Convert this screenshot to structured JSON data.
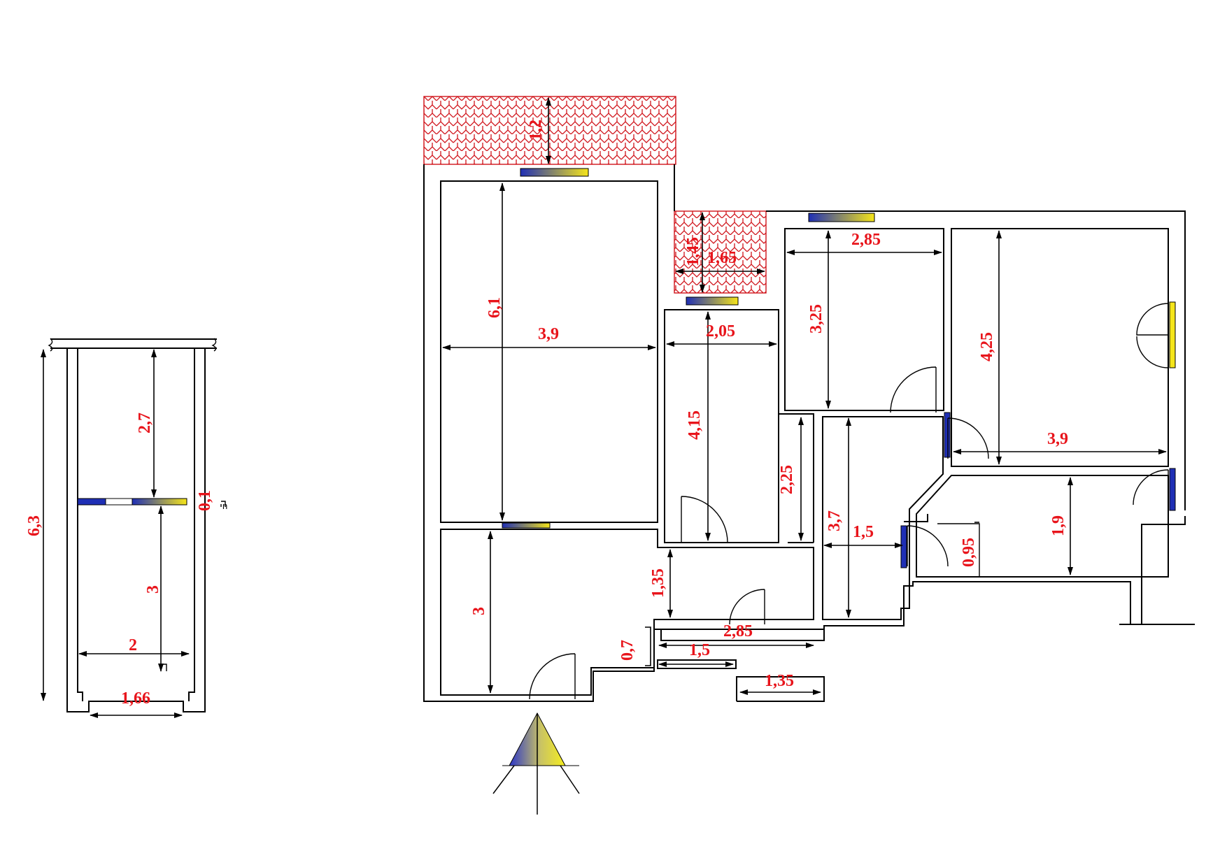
{
  "colors": {
    "dimension_text": "#e8141b",
    "wall": "#000000",
    "hatch": "#d0141b",
    "window_blue": "#1f2fb5",
    "window_yellow": "#f5e51a"
  },
  "dimensions": {
    "left_total_height": "6,3",
    "left_upper_height": "2,7",
    "left_wall_thickness": "0,1",
    "left_lower_height": "3",
    "left_width": "2",
    "left_opening": "1,66",
    "terrace_top_depth": "1,2",
    "living_height": "6,1",
    "living_width": "3,9",
    "balcony_depth": "1,45",
    "balcony_width": "1,65",
    "kitchen_width": "2,05",
    "kitchen_height": "4,15",
    "bedroom2_width": "2,85",
    "bedroom2_height": "3,25",
    "bedroom1_height": "4,25",
    "bedroom1_width": "3,9",
    "corridor_segment": "2,25",
    "hall_height": "3,7",
    "hall_width": "1,5",
    "bath_door": "0,95",
    "bath_height": "1,9",
    "entry_height": "3",
    "lobby_depth": "1,35",
    "lobby_width": "2,85",
    "step_height": "0,7",
    "step_width": "1,5",
    "niche_width": "1,35"
  },
  "marks": {
    "small_letter": "n"
  },
  "icons": {
    "north_arrow": "north-arrow-icon"
  }
}
